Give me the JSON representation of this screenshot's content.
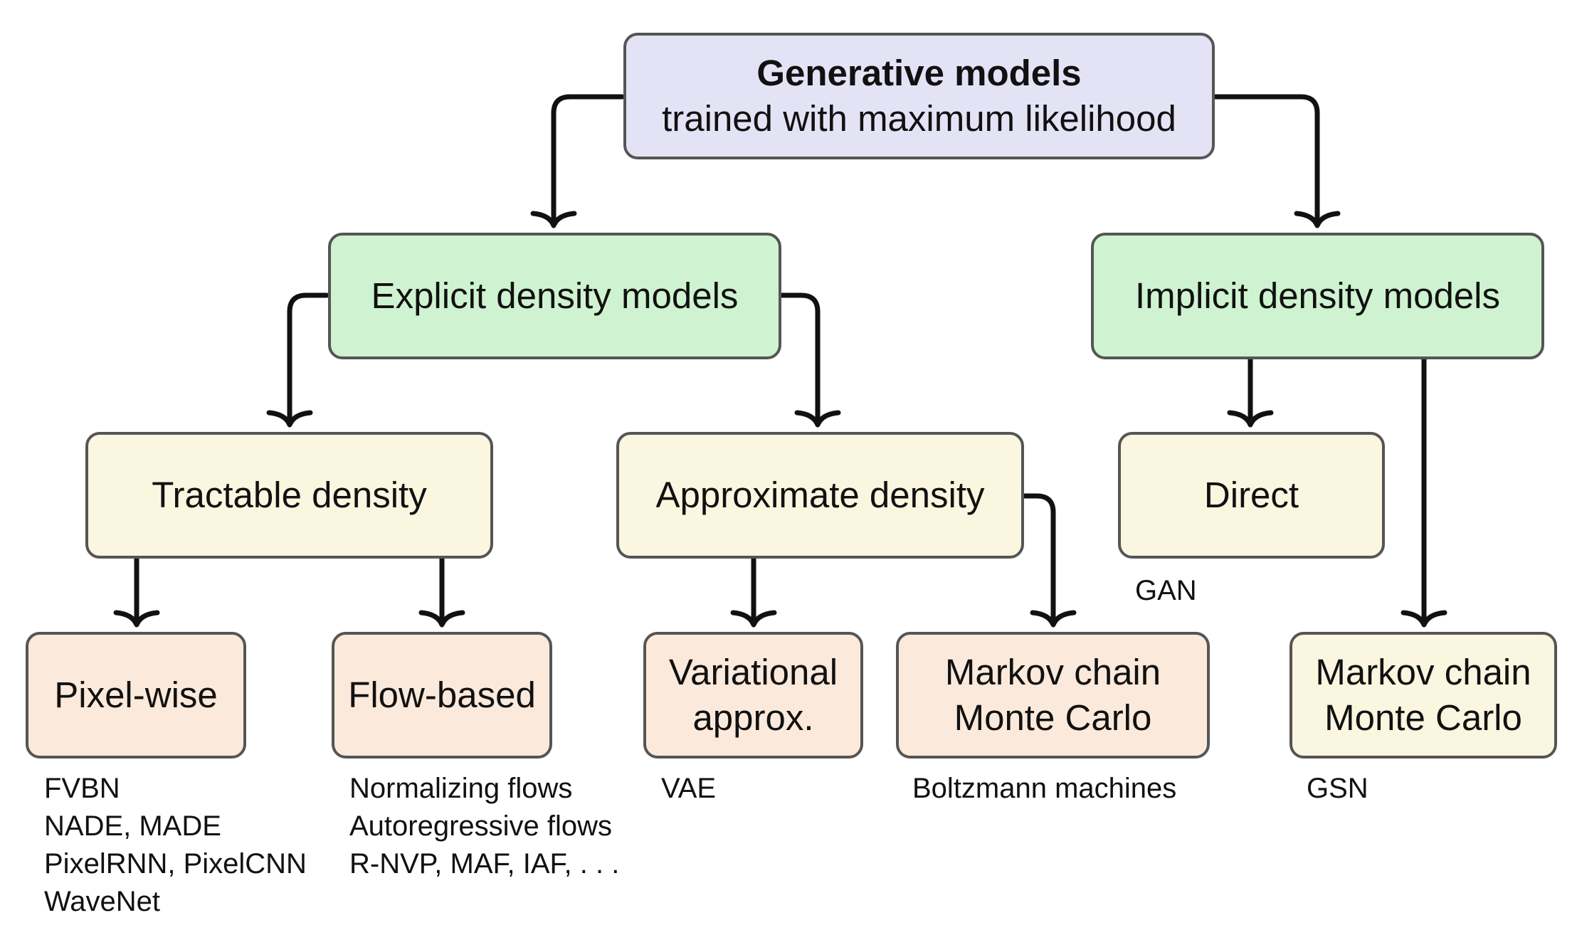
{
  "nodes": {
    "root": {
      "title": "Generative models",
      "subtitle": "trained with maximum likelihood"
    },
    "explicit": {
      "label": "Explicit density models"
    },
    "implicit": {
      "label": "Implicit density models"
    },
    "tractable": {
      "label": "Tractable density"
    },
    "approximate": {
      "label": "Approximate density"
    },
    "direct": {
      "label": "Direct"
    },
    "pixelwise": {
      "label": "Pixel-wise"
    },
    "flowbased": {
      "label": "Flow-based"
    },
    "variational": {
      "line1": "Variational",
      "line2": "approx."
    },
    "mcmc_explicit": {
      "line1": "Markov chain",
      "line2": "Monte Carlo"
    },
    "mcmc_implicit": {
      "line1": "Markov chain",
      "line2": "Monte Carlo"
    }
  },
  "examples": {
    "pixelwise": [
      "FVBN",
      "NADE, MADE",
      "PixelRNN, PixelCNN",
      "WaveNet"
    ],
    "flowbased": [
      "Normalizing flows",
      "Autoregressive flows",
      "R-NVP, MAF, IAF, . . ."
    ],
    "variational": [
      "VAE"
    ],
    "mcmc_explicit": [
      "Boltzmann machines"
    ],
    "direct": [
      "GAN"
    ],
    "mcmc_implicit": [
      "GSN"
    ]
  },
  "colors": {
    "root_fill": "#e4e3f6",
    "level1_fill": "#cff3d0",
    "level2_fill": "#faf6df",
    "leaf_fill": "#fbeadc",
    "border": "#555555",
    "arrow": "#111111"
  }
}
